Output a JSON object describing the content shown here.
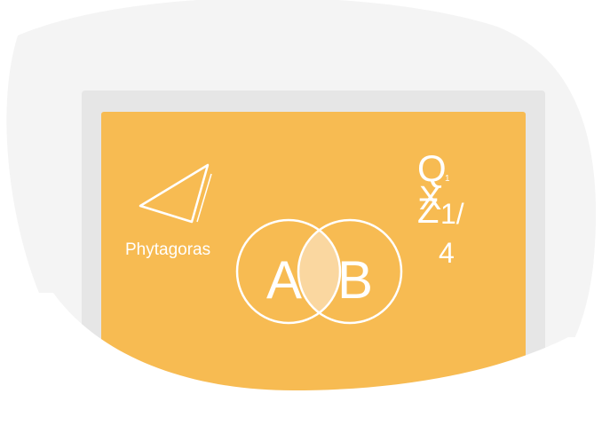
{
  "illustration": {
    "triangle_caption": "Phytagoras",
    "venn": {
      "left_label": "A",
      "right_label": "B"
    },
    "math_symbols": {
      "q_letter": "Q",
      "small_one": "1",
      "x_letter": "X",
      "z_letter": "Z",
      "fraction_numerator": "1/",
      "fraction_denominator": "4"
    }
  },
  "colors": {
    "background_blob": "#f4f4f4",
    "monitor_frame": "#e6e6e6",
    "screen": "#f7bb52",
    "line": "#ffffff",
    "venn_overlap": "#fad7a0"
  },
  "icons": [
    "triangle-icon",
    "venn-diagram-icon"
  ]
}
